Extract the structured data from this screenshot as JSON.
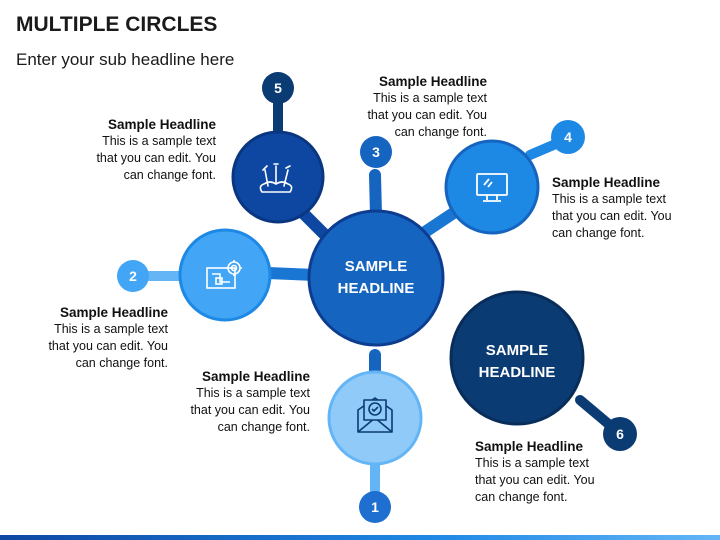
{
  "header": {
    "title": "MULTIPLE CIRCLES",
    "subtitle": "Enter your sub headline here"
  },
  "center": {
    "label_line1": "SAMPLE",
    "label_line2": "HEADLINE"
  },
  "standalone": {
    "label_line1": "SAMPLE",
    "label_line2": "HEADLINE"
  },
  "badges": [
    "1",
    "2",
    "3",
    "4",
    "5",
    "6"
  ],
  "items": [
    {
      "head": "Sample Headline",
      "l1": "This is a sample text",
      "l2": "that you can edit. You",
      "l3": "can change font."
    },
    {
      "head": "Sample Headline",
      "l1": "This is a sample text",
      "l2": "that you can edit. You",
      "l3": "can change font."
    },
    {
      "head": "Sample Headline",
      "l1": "This is a sample text",
      "l2": "that you can edit. You",
      "l3": "can change font."
    },
    {
      "head": "Sample Headline",
      "l1": "This is a sample text",
      "l2": "that you can edit. You",
      "l3": "can change font."
    },
    {
      "head": "Sample Headline",
      "l1": "This is a sample text",
      "l2": "that you can edit. You",
      "l3": "can change font."
    },
    {
      "head": "Sample Headline",
      "l1": "This is a sample text",
      "l2": "that you can edit. You",
      "l3": "can change font."
    }
  ],
  "icons": [
    "envelope-award-icon",
    "blueprint-gear-icon",
    "monitor-icon",
    "art-supplies-icon"
  ],
  "colors": {
    "dark_navy": "#0b3b73",
    "medium_blue": "#1565c0",
    "bright_blue": "#1e88e5",
    "light_blue": "#42a5f5",
    "pale_blue": "#90caf9"
  }
}
